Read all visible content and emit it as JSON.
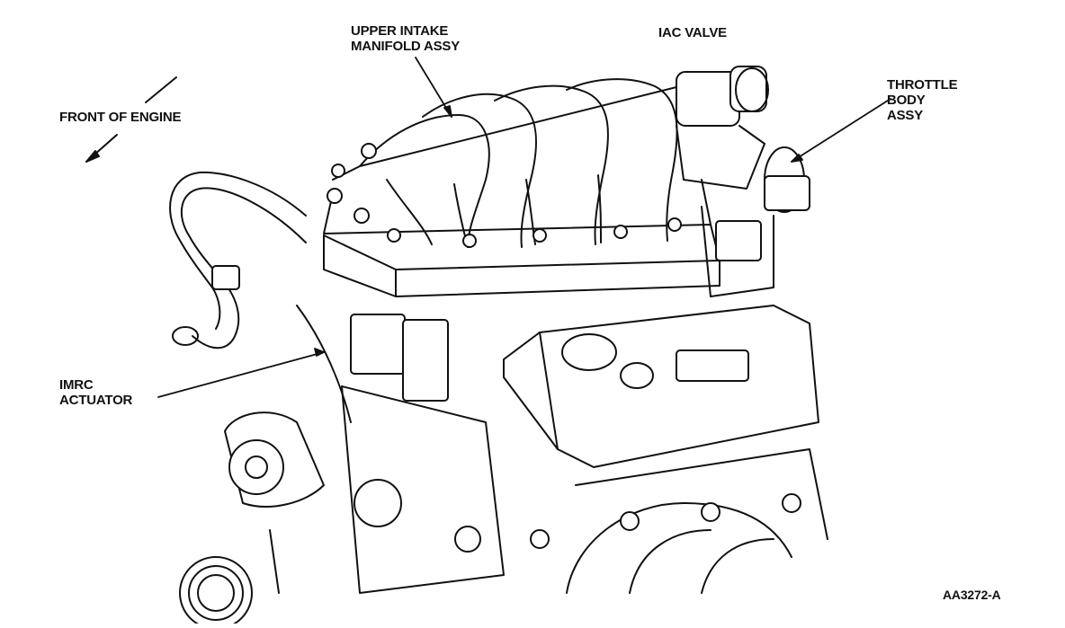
{
  "labels": {
    "front_of_engine": "FRONT OF ENGINE",
    "upper_intake_line1": "UPPER INTAKE",
    "upper_intake_line2": "MANIFOLD ASSY",
    "iac_valve": "IAC VALVE",
    "throttle_line1": "THROTTLE",
    "throttle_line2": "BODY",
    "throttle_line3": "ASSY",
    "imrc_line1": "IMRC",
    "imrc_line2": "ACTUATOR",
    "figure_id": "AA3272-A"
  },
  "colors": {
    "ink": "#111111",
    "paper": "#ffffff",
    "shade": "#d8d8d8"
  }
}
